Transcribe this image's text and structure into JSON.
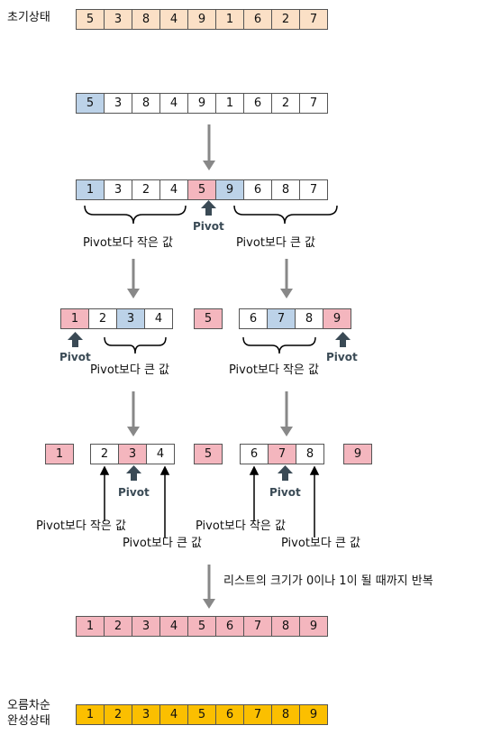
{
  "colors": {
    "peach": "#fbe0c6",
    "blue": "#bcd2e8",
    "pink": "#f4b6be",
    "gold": "#fbbf00",
    "white": "#ffffff"
  },
  "labels": {
    "initial": "초기상태",
    "sorted_line1": "오름차순",
    "sorted_line2": "완성상태",
    "pivot": "Pivot",
    "smaller": "Pivot보다 작은 값",
    "larger": "Pivot보다 큰 값",
    "recursion": "리스트의 크기가 0이나 1이 될 때까지 반복"
  },
  "rows": {
    "initial": {
      "values": [
        "5",
        "3",
        "8",
        "4",
        "9",
        "1",
        "6",
        "2",
        "7"
      ],
      "colors": [
        "peach",
        "peach",
        "peach",
        "peach",
        "peach",
        "peach",
        "peach",
        "peach",
        "peach"
      ]
    },
    "start": {
      "values": [
        "5",
        "3",
        "8",
        "4",
        "9",
        "1",
        "6",
        "2",
        "7"
      ],
      "colors": [
        "blue",
        "white",
        "white",
        "white",
        "white",
        "white",
        "white",
        "white",
        "white"
      ]
    },
    "partition1": {
      "values": [
        "1",
        "3",
        "2",
        "4",
        "5",
        "9",
        "6",
        "8",
        "7"
      ],
      "colors": [
        "blue",
        "white",
        "white",
        "white",
        "pink",
        "blue",
        "white",
        "white",
        "white"
      ]
    },
    "level2_left": {
      "values": [
        "1",
        "2",
        "3",
        "4"
      ],
      "colors": [
        "pink",
        "white",
        "blue",
        "white"
      ]
    },
    "level2_mid": {
      "values": [
        "5"
      ],
      "colors": [
        "pink"
      ]
    },
    "level2_right": {
      "values": [
        "6",
        "7",
        "8",
        "9"
      ],
      "colors": [
        "white",
        "blue",
        "white",
        "pink"
      ]
    },
    "level3_a": {
      "values": [
        "1"
      ],
      "colors": [
        "pink"
      ]
    },
    "level3_b": {
      "values": [
        "2",
        "3",
        "4"
      ],
      "colors": [
        "white",
        "pink",
        "white"
      ]
    },
    "level3_c": {
      "values": [
        "5"
      ],
      "colors": [
        "pink"
      ]
    },
    "level3_d": {
      "values": [
        "6",
        "7",
        "8"
      ],
      "colors": [
        "white",
        "pink",
        "white"
      ]
    },
    "level3_e": {
      "values": [
        "9"
      ],
      "colors": [
        "pink"
      ]
    },
    "result": {
      "values": [
        "1",
        "2",
        "3",
        "4",
        "5",
        "6",
        "7",
        "8",
        "9"
      ],
      "colors": [
        "pink",
        "pink",
        "pink",
        "pink",
        "pink",
        "pink",
        "pink",
        "pink",
        "pink"
      ]
    },
    "final": {
      "values": [
        "1",
        "2",
        "3",
        "4",
        "5",
        "6",
        "7",
        "8",
        "9"
      ],
      "colors": [
        "gold",
        "gold",
        "gold",
        "gold",
        "gold",
        "gold",
        "gold",
        "gold",
        "gold"
      ]
    }
  }
}
